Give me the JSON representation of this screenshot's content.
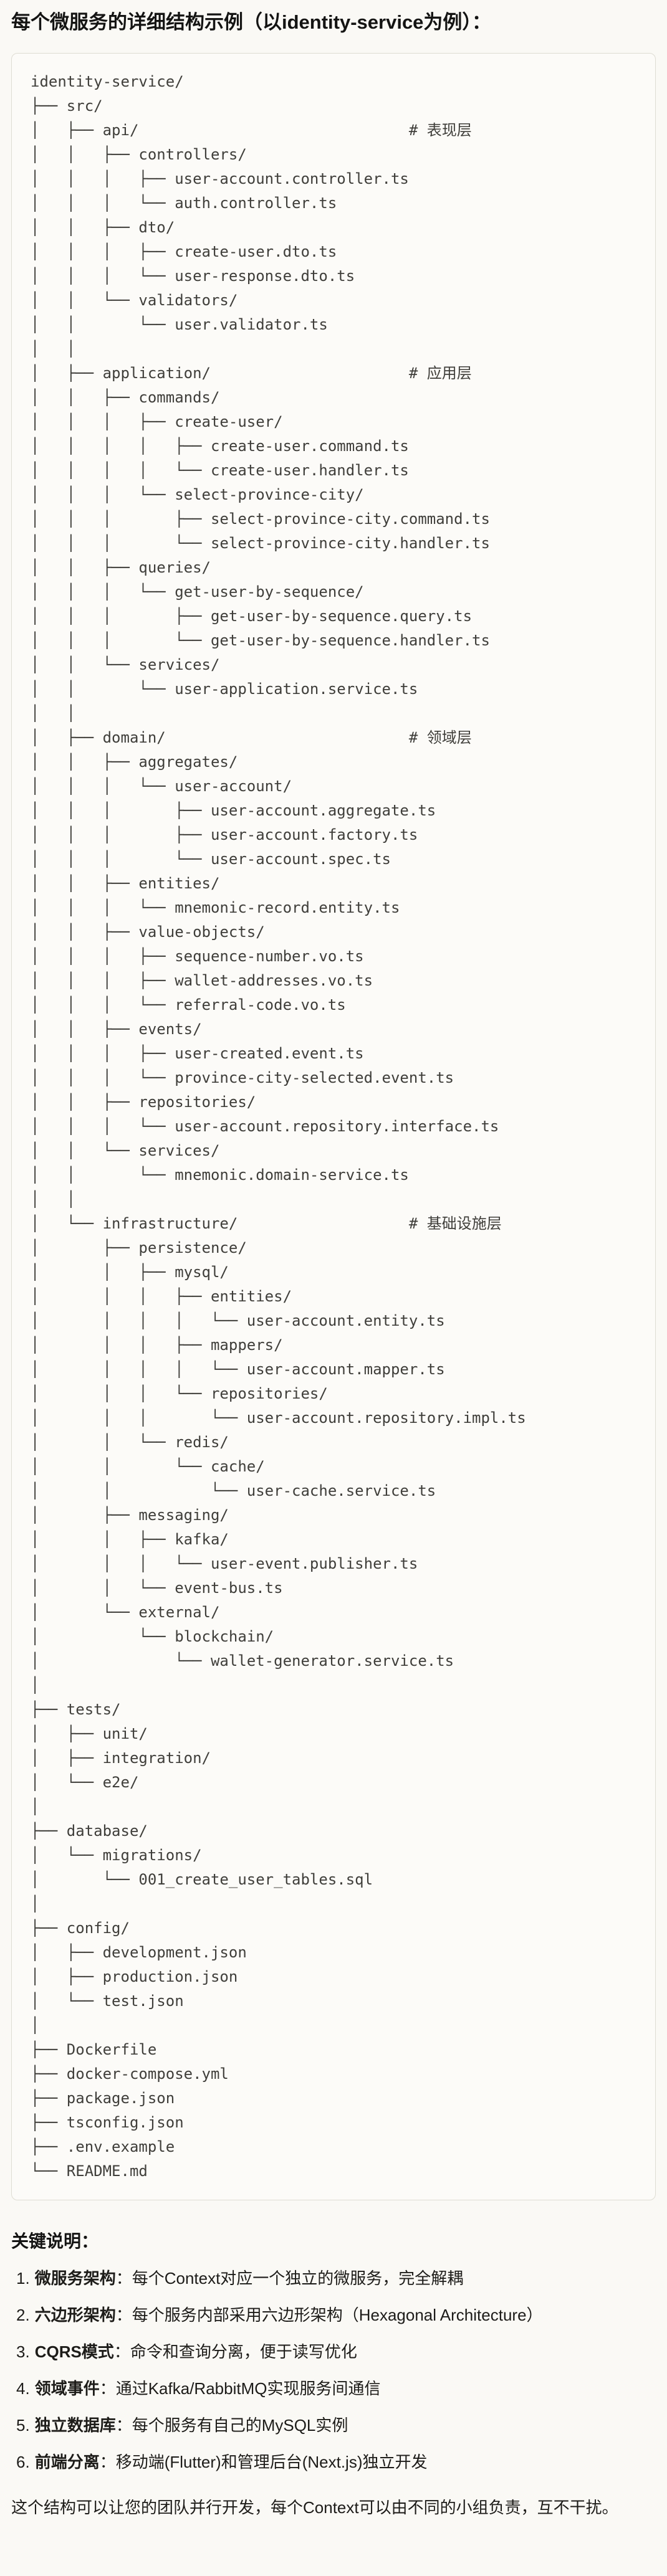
{
  "title": "每个微服务的详细结构示例（以identity-service为例）：",
  "code": {
    "tree_lines": [
      "identity-service/",
      "├── src/",
      "│   ├── api/                              # 表现层",
      "│   │   ├── controllers/",
      "│   │   │   ├── user-account.controller.ts",
      "│   │   │   └── auth.controller.ts",
      "│   │   ├── dto/",
      "│   │   │   ├── create-user.dto.ts",
      "│   │   │   └── user-response.dto.ts",
      "│   │   └── validators/",
      "│   │       └── user.validator.ts",
      "│   │",
      "│   ├── application/                      # 应用层",
      "│   │   ├── commands/",
      "│   │   │   ├── create-user/",
      "│   │   │   │   ├── create-user.command.ts",
      "│   │   │   │   └── create-user.handler.ts",
      "│   │   │   └── select-province-city/",
      "│   │   │       ├── select-province-city.command.ts",
      "│   │   │       └── select-province-city.handler.ts",
      "│   │   ├── queries/",
      "│   │   │   └── get-user-by-sequence/",
      "│   │   │       ├── get-user-by-sequence.query.ts",
      "│   │   │       └── get-user-by-sequence.handler.ts",
      "│   │   └── services/",
      "│   │       └── user-application.service.ts",
      "│   │",
      "│   ├── domain/                           # 领域层",
      "│   │   ├── aggregates/",
      "│   │   │   └── user-account/",
      "│   │   │       ├── user-account.aggregate.ts",
      "│   │   │       ├── user-account.factory.ts",
      "│   │   │       └── user-account.spec.ts",
      "│   │   ├── entities/",
      "│   │   │   └── mnemonic-record.entity.ts",
      "│   │   ├── value-objects/",
      "│   │   │   ├── sequence-number.vo.ts",
      "│   │   │   ├── wallet-addresses.vo.ts",
      "│   │   │   └── referral-code.vo.ts",
      "│   │   ├── events/",
      "│   │   │   ├── user-created.event.ts",
      "│   │   │   └── province-city-selected.event.ts",
      "│   │   ├── repositories/",
      "│   │   │   └── user-account.repository.interface.ts",
      "│   │   └── services/",
      "│   │       └── mnemonic.domain-service.ts",
      "│   │",
      "│   └── infrastructure/                   # 基础设施层",
      "│       ├── persistence/",
      "│       │   ├── mysql/",
      "│       │   │   ├── entities/",
      "│       │   │   │   └── user-account.entity.ts",
      "│       │   │   ├── mappers/",
      "│       │   │   │   └── user-account.mapper.ts",
      "│       │   │   └── repositories/",
      "│       │   │       └── user-account.repository.impl.ts",
      "│       │   └── redis/",
      "│       │       └── cache/",
      "│       │           └── user-cache.service.ts",
      "│       ├── messaging/",
      "│       │   ├── kafka/",
      "│       │   │   └── user-event.publisher.ts",
      "│       │   └── event-bus.ts",
      "│       └── external/",
      "│           └── blockchain/",
      "│               └── wallet-generator.service.ts",
      "│",
      "├── tests/",
      "│   ├── unit/",
      "│   ├── integration/",
      "│   └── e2e/",
      "│",
      "├── database/",
      "│   └── migrations/",
      "│       └── 001_create_user_tables.sql",
      "│",
      "├── config/",
      "│   ├── development.json",
      "│   ├── production.json",
      "│   └── test.json",
      "│",
      "├── Dockerfile",
      "├── docker-compose.yml",
      "├── package.json",
      "├── tsconfig.json",
      "├── .env.example",
      "└── README.md"
    ]
  },
  "notes": {
    "heading": "关键说明：",
    "items": [
      {
        "num": "1.",
        "label": "微服务架构",
        "text": "：每个Context对应一个独立的微服务，完全解耦"
      },
      {
        "num": "2.",
        "label": "六边形架构",
        "text": "：每个服务内部采用六边形架构（Hexagonal Architecture）"
      },
      {
        "num": "3.",
        "label": "CQRS模式",
        "text": "：命令和查询分离，便于读写优化"
      },
      {
        "num": "4.",
        "label": "领域事件",
        "text": "：通过Kafka/RabbitMQ实现服务间通信"
      },
      {
        "num": "5.",
        "label": "独立数据库",
        "text": "：每个服务有自己的MySQL实例"
      },
      {
        "num": "6.",
        "label": "前端分离",
        "text": "：移动端(Flutter)和管理后台(Next.js)独立开发"
      }
    ]
  },
  "footer": "这个结构可以让您的团队并行开发，每个Context可以由不同的小组负责，互不干扰。"
}
